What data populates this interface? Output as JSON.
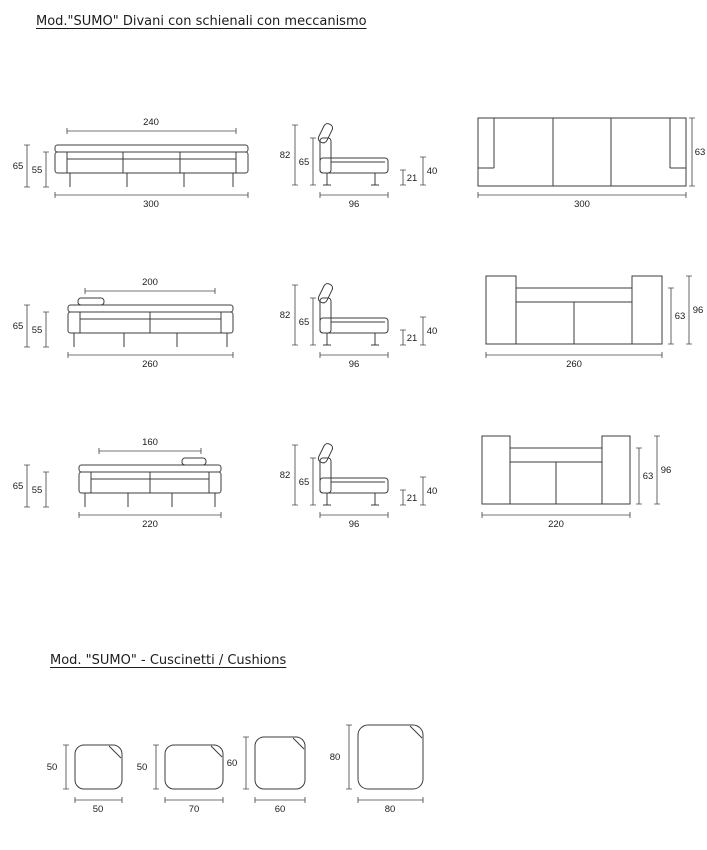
{
  "titles": {
    "main": "Mod.\"SUMO\" Divani con schienali con meccanismo",
    "cushions": "Mod. \"SUMO\" - Cuscinetti / Cushions"
  },
  "rows": [
    {
      "front": {
        "seat_width": "240",
        "height_total": "65",
        "height_arm": "55",
        "total_width": "300"
      },
      "side": {
        "height_headrest": "82",
        "height_back": "65",
        "depth": "96",
        "leg_clearance": "21",
        "seat_height": "40"
      },
      "plan": {
        "width": "300",
        "depth_seat": "63"
      }
    },
    {
      "front": {
        "seat_width": "200",
        "height_total": "65",
        "height_arm": "55",
        "total_width": "260"
      },
      "side": {
        "height_headrest": "82",
        "height_back": "65",
        "depth": "96",
        "leg_clearance": "21",
        "seat_height": "40"
      },
      "plan": {
        "width": "260",
        "depth_seat": "63",
        "depth_total": "96"
      }
    },
    {
      "front": {
        "seat_width": "160",
        "height_total": "65",
        "height_arm": "55",
        "total_width": "220"
      },
      "side": {
        "height_headrest": "82",
        "height_back": "65",
        "depth": "96",
        "leg_clearance": "21",
        "seat_height": "40"
      },
      "plan": {
        "width": "220",
        "depth_seat": "63",
        "depth_total": "96"
      }
    }
  ],
  "cushions": [
    {
      "height": "50",
      "width": "50"
    },
    {
      "height": "50",
      "width": "70"
    },
    {
      "height": "60",
      "width": "60"
    },
    {
      "height": "80",
      "width": "80"
    }
  ]
}
